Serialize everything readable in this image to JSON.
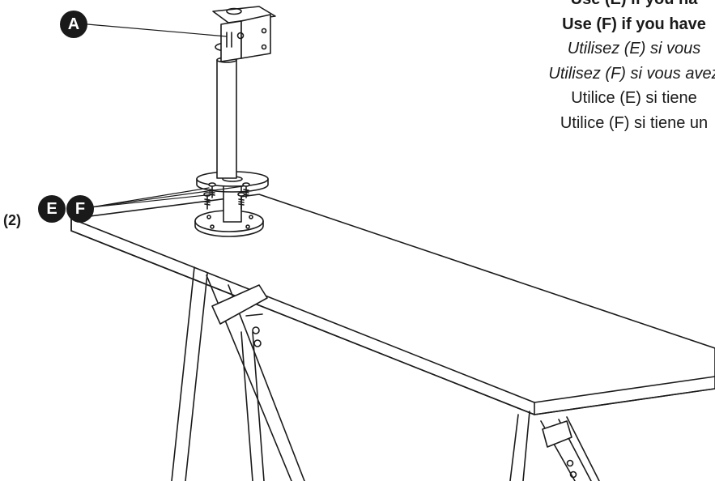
{
  "callouts": {
    "part_a": "A",
    "part_e": "E",
    "part_f": "F",
    "quantity": "(2)"
  },
  "instructions": {
    "en_e": "Use (E) if you ha",
    "en_f": "Use (F) if you have",
    "fr_e": "Utilisez (E) si vous",
    "fr_f": "Utilisez (F) si vous avez",
    "es_e": "Utilice (E) si tiene",
    "es_f": "Utilice (F) si tiene un"
  },
  "colors": {
    "ink": "#1a1a1a",
    "background": "#ffffff"
  }
}
